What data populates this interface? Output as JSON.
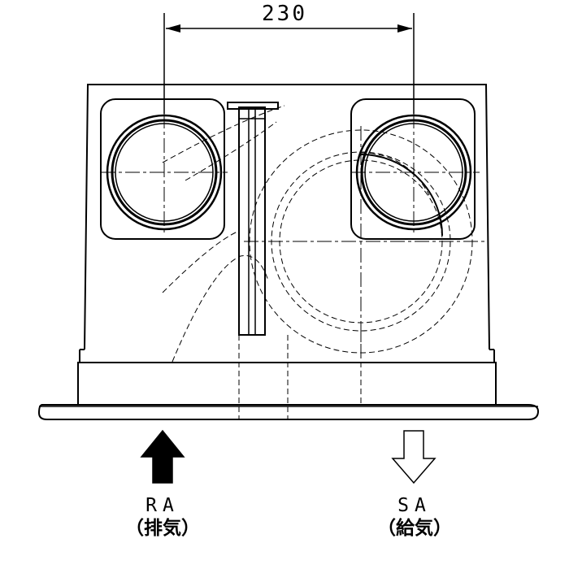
{
  "dimension": {
    "value": "230"
  },
  "ports": [
    {
      "code": "RA",
      "name": "（排気）",
      "direction": "up",
      "arrow_style": "filled"
    },
    {
      "code": "SA",
      "name": "（給気）",
      "direction": "down",
      "arrow_style": "outline"
    }
  ],
  "colors": {
    "line": "#000000",
    "background": "#ffffff"
  }
}
